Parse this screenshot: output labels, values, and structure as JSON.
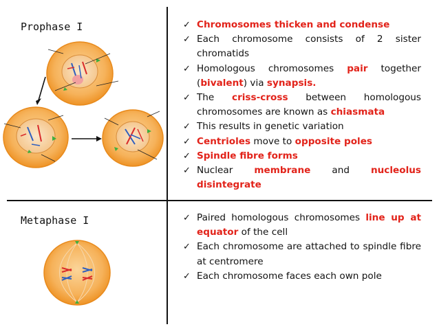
{
  "colors": {
    "accent_red": "#e2231a",
    "cell_orange": "#f39a2a",
    "cell_fill": "#f6b25a"
  },
  "stages": [
    {
      "title": "Prophase I",
      "bullets": [
        {
          "parts": [
            {
              "t": "Chromosomes thicken and condense",
              "red": true
            }
          ]
        },
        {
          "parts": [
            {
              "t": "Each chromosome consists of 2 sister chromatids",
              "red": false
            }
          ]
        },
        {
          "parts": [
            {
              "t": "Homologous chromosomes ",
              "red": false
            },
            {
              "t": "pair",
              "red": true
            },
            {
              "t": " together (",
              "red": false
            },
            {
              "t": "bivalent",
              "red": true
            },
            {
              "t": ") via ",
              "red": false
            },
            {
              "t": "synapsis.",
              "red": true
            }
          ]
        },
        {
          "parts": [
            {
              "t": "The ",
              "red": false
            },
            {
              "t": "criss-cross",
              "red": true
            },
            {
              "t": " between homologous chromosomes are known as ",
              "red": false
            },
            {
              "t": "chiasmata",
              "red": true
            }
          ]
        },
        {
          "parts": [
            {
              "t": "This results in genetic variation",
              "red": false
            }
          ]
        },
        {
          "parts": [
            {
              "t": "Centrioles",
              "red": true
            },
            {
              "t": " move to ",
              "red": false
            },
            {
              "t": "opposite poles",
              "red": true
            }
          ]
        },
        {
          "parts": [
            {
              "t": "Spindle fibre forms",
              "red": true
            }
          ]
        },
        {
          "parts": [
            {
              "t": "Nuclear ",
              "red": false
            },
            {
              "t": "membrane",
              "red": true
            },
            {
              "t": " and ",
              "red": false
            },
            {
              "t": "nucleolus disintegrate",
              "red": true
            }
          ]
        }
      ]
    },
    {
      "title": "Metaphase I",
      "bullets": [
        {
          "parts": [
            {
              "t": "Paired homologous chromosomes ",
              "red": false
            },
            {
              "t": "line up at equator",
              "red": true
            },
            {
              "t": " of the cell",
              "red": false
            }
          ]
        },
        {
          "parts": [
            {
              "t": "Each chromosome are attached to spindle fibre at centromere",
              "red": false
            }
          ]
        },
        {
          "parts": [
            {
              "t": "Each chromosome faces each own pole",
              "red": false
            }
          ]
        }
      ]
    }
  ]
}
